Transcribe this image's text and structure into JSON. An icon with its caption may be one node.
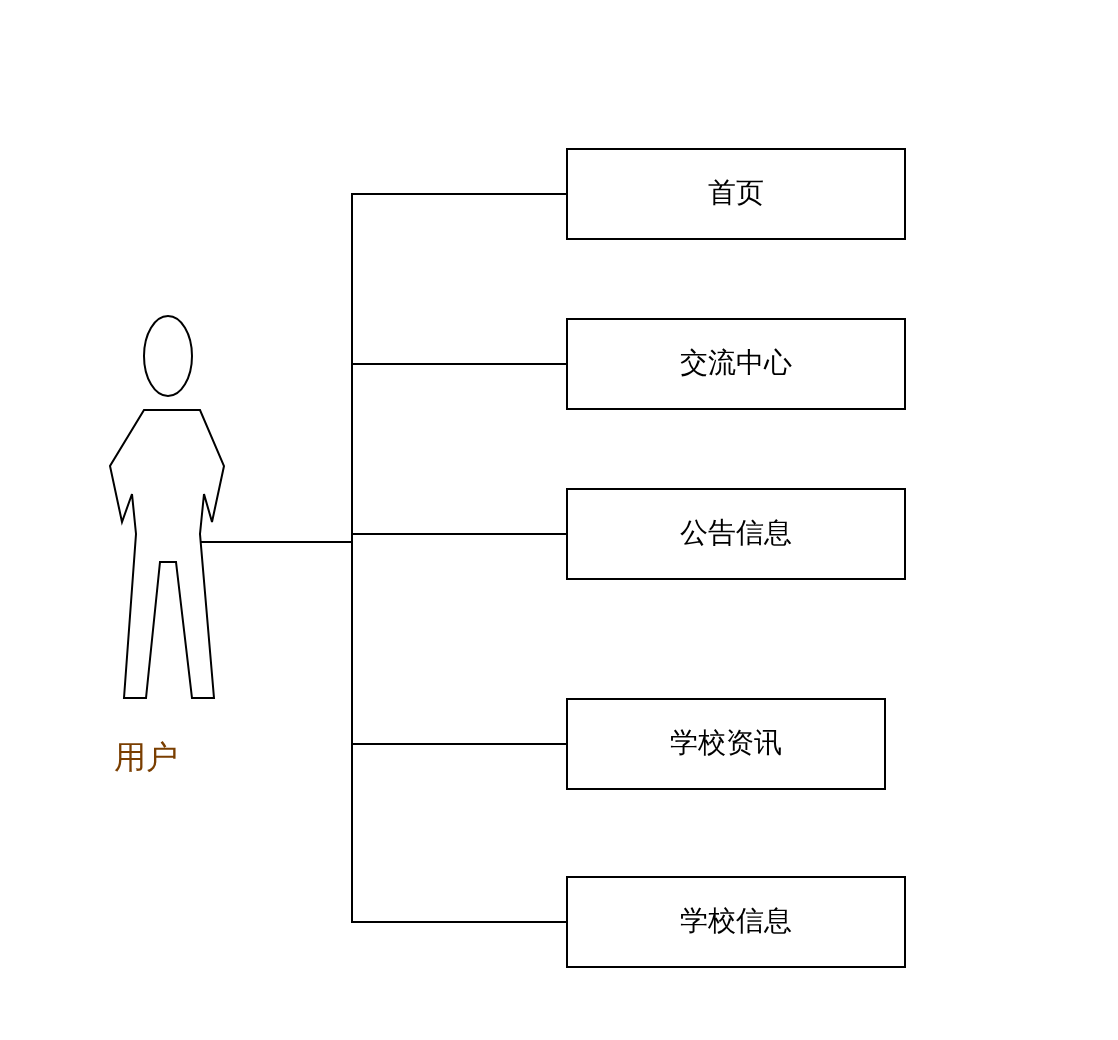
{
  "diagram": {
    "nodes": [
      {
        "text": [
          "用户"
        ]
      },
      {
        "text": [
          "首页"
        ]
      },
      {
        "text": [
          "交流中心"
        ]
      },
      {
        "text": [
          "公告信息"
        ]
      },
      {
        "text": [
          "学校资讯"
        ]
      },
      {
        "text": [
          "学校信息"
        ]
      }
    ],
    "edges": [
      {
        "from": 0,
        "to": 1,
        "arrow": "none"
      },
      {
        "from": 0,
        "to": 2,
        "arrow": "none"
      },
      {
        "from": 0,
        "to": 3,
        "arrow": "none"
      },
      {
        "from": 0,
        "to": 4,
        "arrow": "none"
      },
      {
        "from": 0,
        "to": 5,
        "arrow": "none"
      }
    ]
  }
}
